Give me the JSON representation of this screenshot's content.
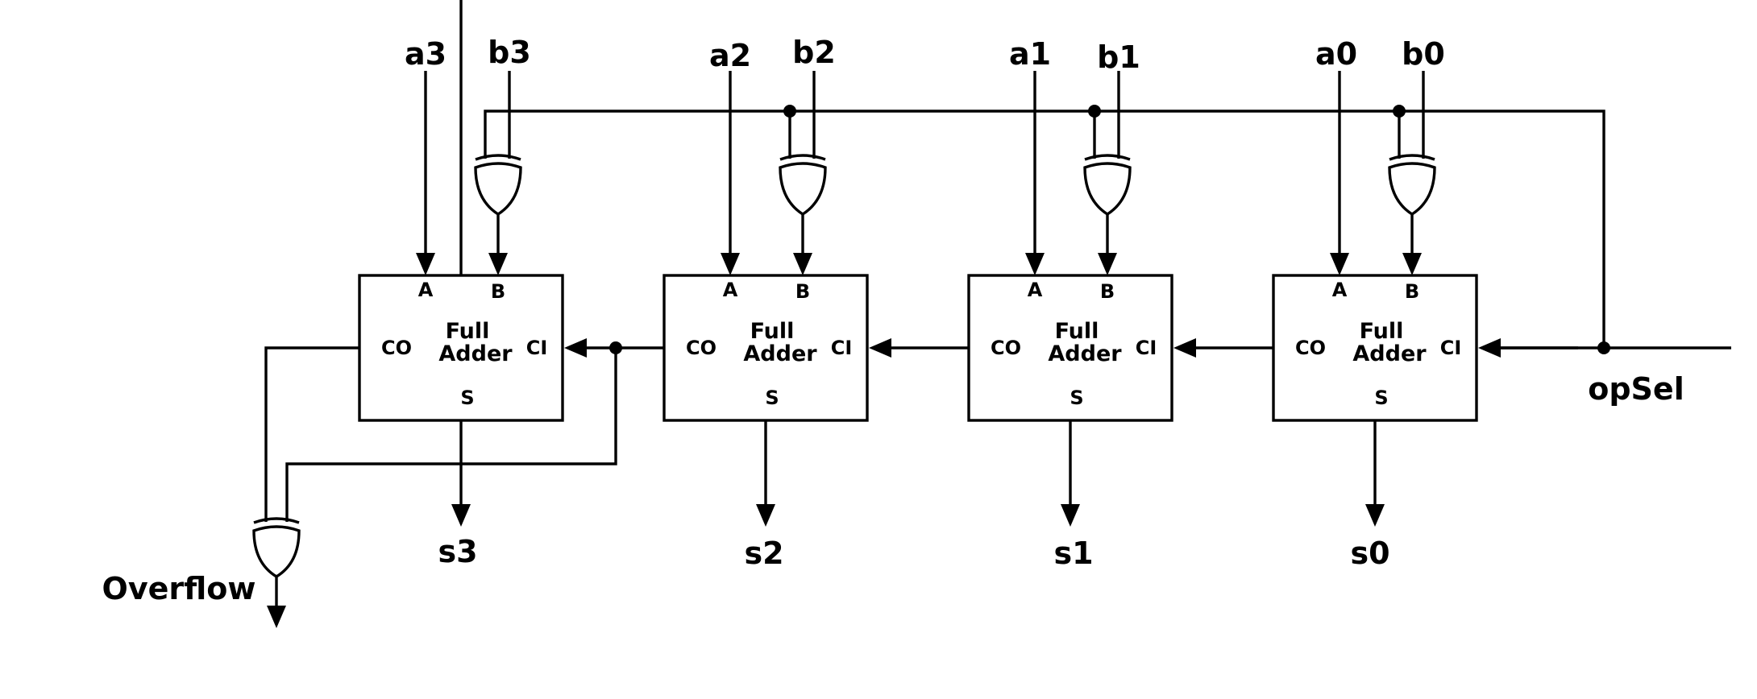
{
  "inputs": {
    "a3": "a3",
    "b3": "b3",
    "a2": "a2",
    "b2": "b2",
    "a1": "a1",
    "b1": "b1",
    "a0": "a0",
    "b0": "b0",
    "op_sel": "opSel"
  },
  "outputs": {
    "s3": "s3",
    "s2": "s2",
    "s1": "s1",
    "s0": "s0",
    "overflow": "Overflow"
  },
  "adders": [
    {
      "title_line1": "Full",
      "title_line2": "Adder",
      "pin_a": "A",
      "pin_b": "B",
      "pin_co": "CO",
      "pin_ci": "CI",
      "pin_s": "S"
    },
    {
      "title_line1": "Full",
      "title_line2": "Adder",
      "pin_a": "A",
      "pin_b": "B",
      "pin_co": "CO",
      "pin_ci": "CI",
      "pin_s": "S"
    },
    {
      "title_line1": "Full",
      "title_line2": "Adder",
      "pin_a": "A",
      "pin_b": "B",
      "pin_co": "CO",
      "pin_ci": "CI",
      "pin_s": "S"
    },
    {
      "title_line1": "Full",
      "title_line2": "Adder",
      "pin_a": "A",
      "pin_b": "B",
      "pin_co": "CO",
      "pin_ci": "CI",
      "pin_s": "S"
    }
  ],
  "gates": {
    "type": "XOR",
    "icon": "xor-gate-icon"
  }
}
